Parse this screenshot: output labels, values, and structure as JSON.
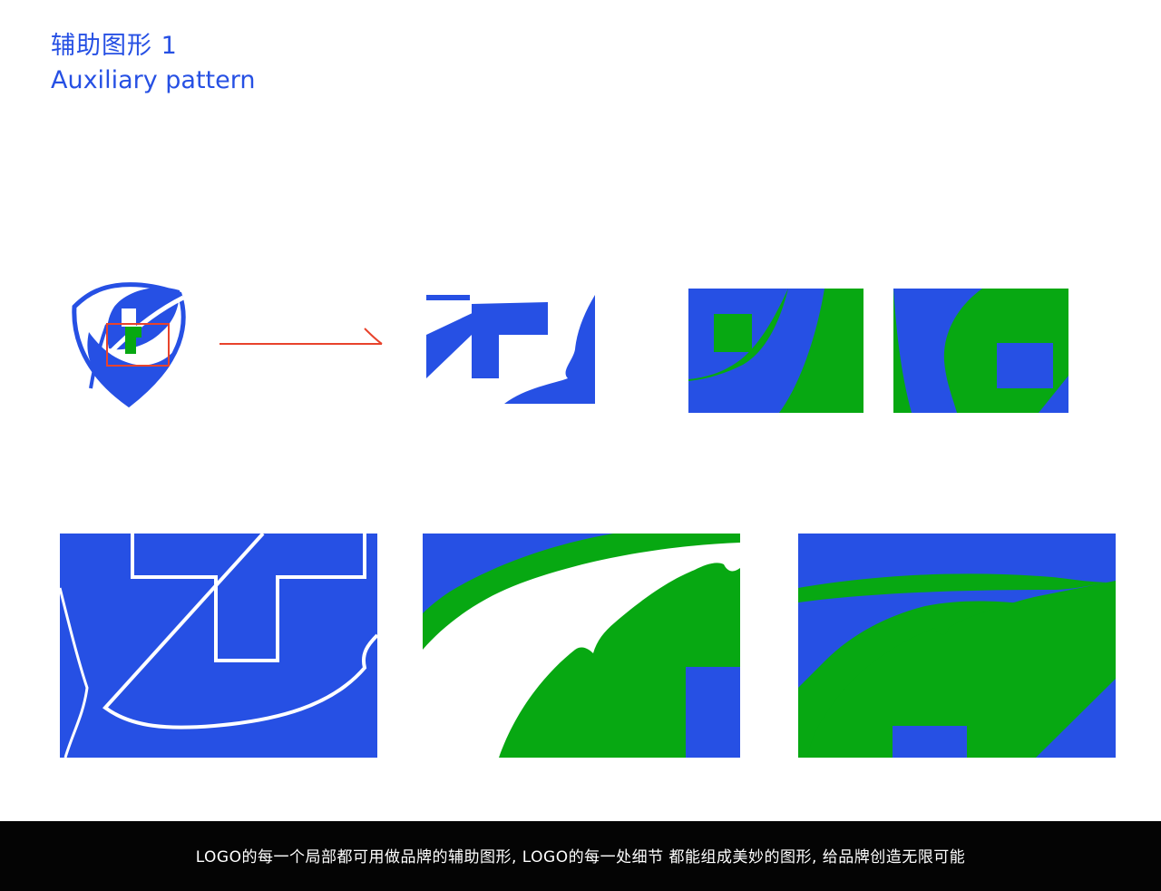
{
  "header": {
    "title_cn": "辅助图形 1",
    "title_en": "Auxiliary pattern"
  },
  "footer": {
    "caption": "LOGO的每一个局部都可用做品牌的辅助图形, LOGO的每一处细节 都能组成美妙的图形, 给品牌创造无限可能"
  },
  "colors": {
    "brand_blue": "#2650e4",
    "brand_green": "#07a812",
    "highlight_red": "#e8432c",
    "footer_bg": "#040404"
  },
  "icons": {
    "logo": "shield-leaf-cross-logo",
    "arrow": "right-arrow"
  }
}
